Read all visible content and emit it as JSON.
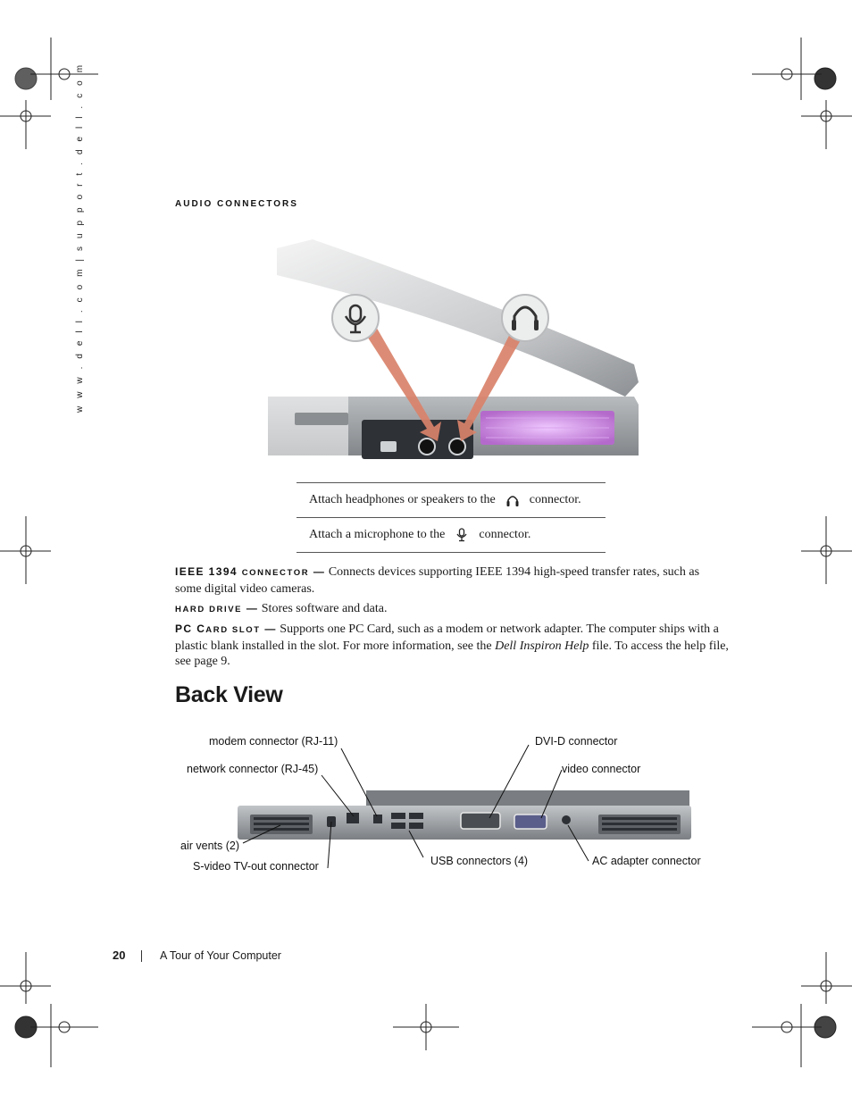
{
  "sidebar": {
    "url_text": "w w w . d e l l . c o m  |  s u p p o r t . d e l l . c o m"
  },
  "audio": {
    "heading": "AUDIO CONNECTORS",
    "table": {
      "headphones_before": "Attach headphones or speakers to the",
      "headphones_after": "connector.",
      "microphone_before": "Attach a microphone to the",
      "microphone_after": "connector."
    }
  },
  "definitions": {
    "ieee": {
      "term_main": "IEEE 1394",
      "term_small": "CONNECTOR",
      "dash": "—",
      "text": "Connects devices supporting IEEE 1394 high-speed transfer rates, such as some digital video cameras."
    },
    "hard_drive": {
      "term_small": "HARD DRIVE",
      "dash": "—",
      "text": "Stores software and data."
    },
    "pc_card": {
      "term_main_1": "PC C",
      "term_small_1": "ARD SLOT",
      "dash": "—",
      "text_1": "Supports one PC Card, such as a modem or network adapter. The computer ships with a plastic blank installed in the slot. For more information, see the",
      "text_italic": "Dell Inspiron Help",
      "text_2": "file. To access the help file, see page 9."
    }
  },
  "back_view": {
    "title": "Back View",
    "callouts": {
      "modem": "modem connector (RJ-11)",
      "network": "network connector (RJ-45)",
      "air_vents": "air vents (2)",
      "svideo": "S-video TV-out connector",
      "usb": "USB connectors (4)",
      "dvi": "DVI-D connector",
      "video": "video connector",
      "ac": "AC adapter connector"
    }
  },
  "footer": {
    "page_number": "20",
    "chapter": "A Tour of Your Computer"
  },
  "icons": {
    "headphones": "headphones-icon",
    "microphone": "microphone-icon",
    "registration": "registration-mark-icon"
  },
  "colors": {
    "vent_glow": "#c07ad8",
    "arrow": "#d9826a",
    "laptop_gray": "#8a8f94"
  }
}
